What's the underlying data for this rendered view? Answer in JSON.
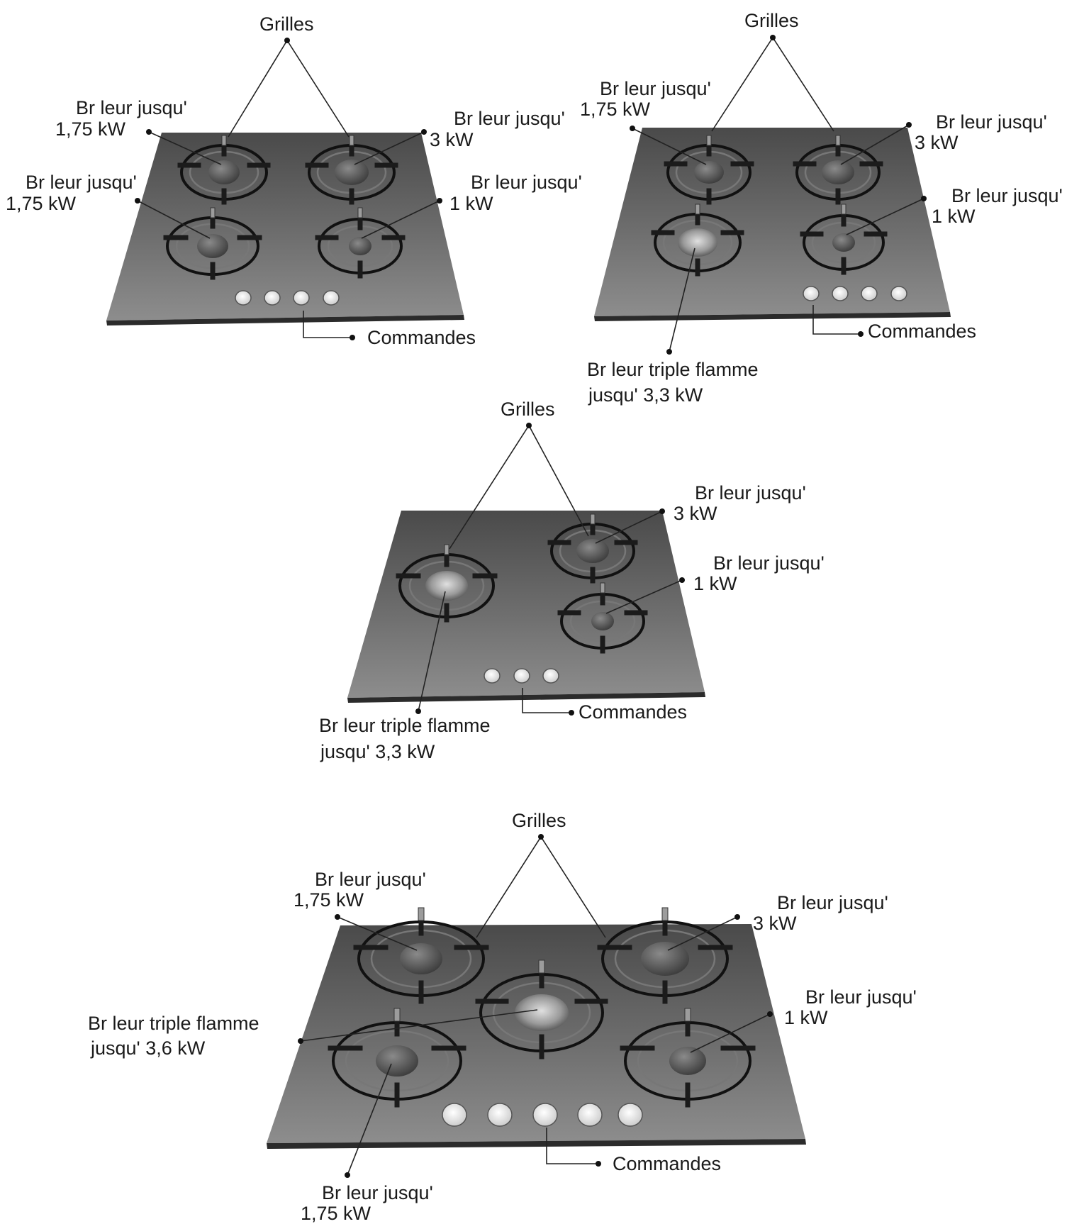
{
  "colors": {
    "hob_top": "#4a4a4a",
    "hob_bottom": "#8d8d8d",
    "hob_edge": "#2b2b2b",
    "knob": "#eeeeee",
    "label": "#1a1a1a"
  },
  "diagrams": [
    {
      "id": "hob-4-a",
      "labels": {
        "grilles": "Grilles",
        "tl": [
          "Br  leur jusqu'",
          "1,75 kW"
        ],
        "tr": [
          "Br  leur jusqu'",
          "3 kW"
        ],
        "bl": [
          "Br  leur jusqu'",
          "1,75 kW"
        ],
        "br": [
          "Br  leur jusqu'",
          "1 kW"
        ],
        "commandes": "Commandes"
      }
    },
    {
      "id": "hob-4-b",
      "labels": {
        "grilles": "Grilles",
        "tl": [
          "Br  leur jusqu'",
          "1,75 kW"
        ],
        "tr": [
          "Br  leur jusqu'",
          "3 kW"
        ],
        "br": [
          "Br  leur jusqu'",
          "1 kW"
        ],
        "bl": [
          "Br  leur    triple flamme",
          "jusqu'    3,3 kW"
        ],
        "commandes": "Commandes"
      }
    },
    {
      "id": "hob-3",
      "labels": {
        "grilles": "Grilles",
        "tr": [
          "Br  leur jusqu'",
          "3 kW"
        ],
        "mr": [
          "Br  leur jusqu'",
          "1 kW"
        ],
        "left": [
          "Br  leur    triple flamme",
          "jusqu'    3,3 kW"
        ],
        "commandes": "Commandes"
      }
    },
    {
      "id": "hob-5",
      "labels": {
        "grilles": "Grilles",
        "tl": [
          "Br  leur jusqu'",
          "1,75 kW"
        ],
        "tr": [
          "Br  leur jusqu'",
          "3 kW"
        ],
        "mr": [
          "Br  leur jusqu'",
          "1 kW"
        ],
        "center": [
          "Br  leur    triple flamme",
          "jusqu'    3,6 kW"
        ],
        "bl": [
          "Br  leur jusqu'",
          "1,75 kW"
        ],
        "commandes": "Commandes"
      }
    }
  ]
}
